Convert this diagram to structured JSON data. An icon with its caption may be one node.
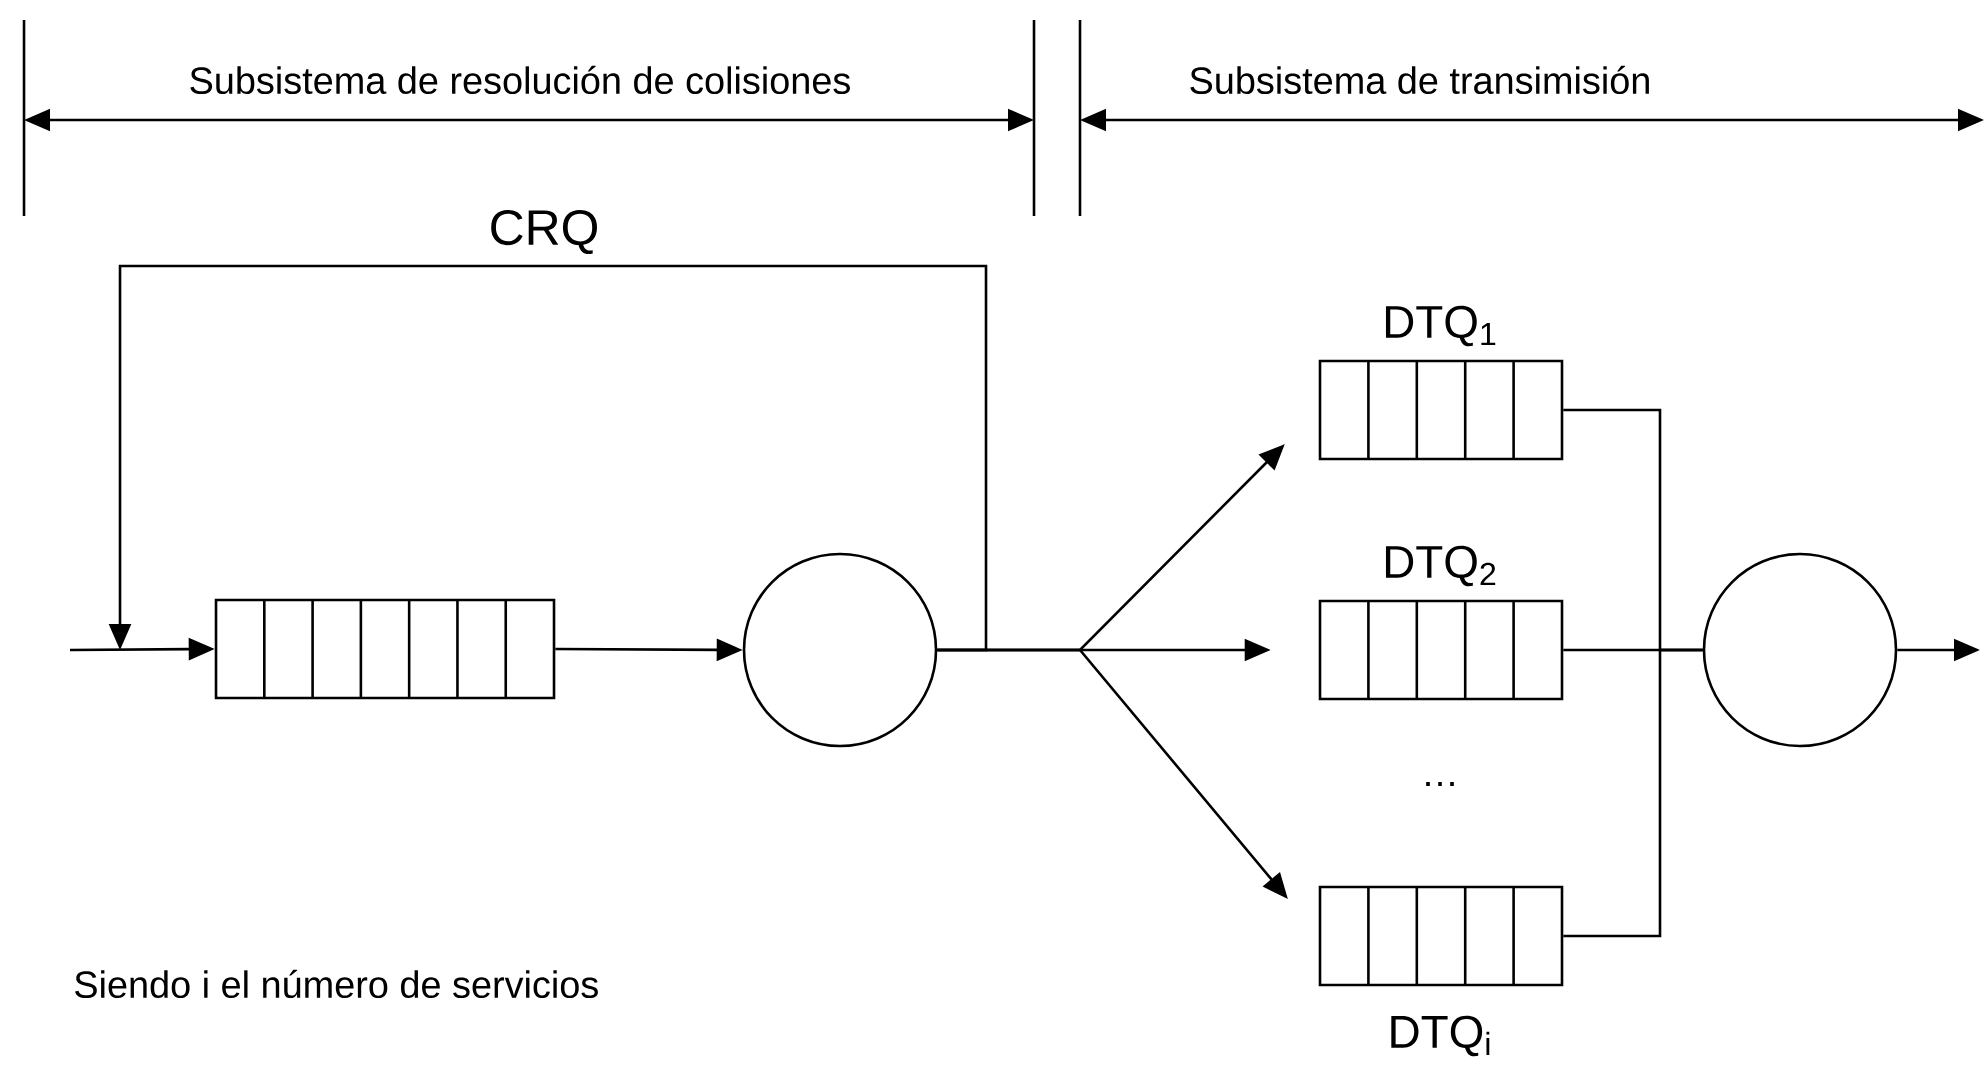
{
  "diagram": {
    "nodes": [
      {
        "text": [],
        "shape": "box"
      },
      {
        "text": [],
        "shape": "circle"
      },
      {
        "text": [],
        "shape": "box",
        "beside": [
          "DTQ$_{1}$"
        ]
      },
      {
        "text": [],
        "shape": "box",
        "beside": [
          "DTQ$_{2}$"
        ]
      },
      {
        "text": [],
        "shape": "box",
        "beside": [
          "DTQ$_{i}$"
        ]
      },
      {
        "text": [],
        "shape": "circle"
      }
    ],
    "edges": [
      {
        "from": null,
        "to": 0,
        "arrow": "to"
      },
      {
        "from": 0,
        "to": 1,
        "arrow": "to"
      },
      {
        "from": 1,
        "to": null,
        "arrow": "to",
        "label": "CRQ"
      },
      {
        "from": 1,
        "to": 2,
        "arrow": "to"
      },
      {
        "from": 1,
        "to": 3,
        "arrow": "to"
      },
      {
        "from": 1,
        "to": 4,
        "arrow": "to"
      },
      {
        "from": 2,
        "to": 5,
        "arrow": "none"
      },
      {
        "from": 3,
        "to": 5,
        "arrow": "none"
      },
      {
        "from": 4,
        "to": 5,
        "arrow": "none"
      },
      {
        "from": 5,
        "to": null,
        "arrow": "to"
      }
    ],
    "labels": [
      "Subsistema de resolución de colisiones",
      "Subsistema de transimisión",
      "…",
      "Siendo i el número de servicios"
    ]
  }
}
